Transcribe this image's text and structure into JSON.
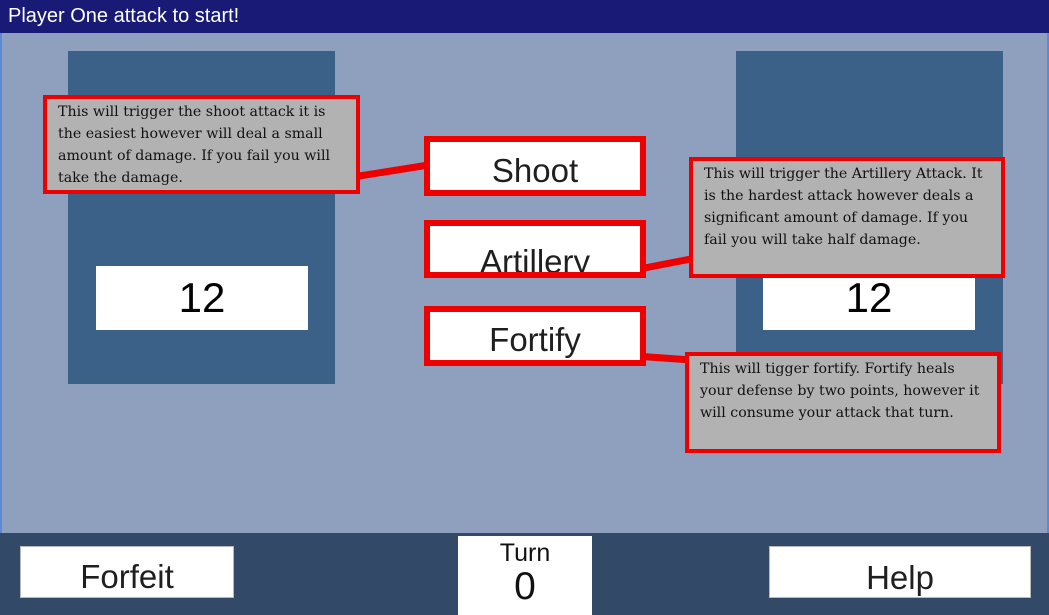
{
  "window": {
    "title": "Player One attack to start!"
  },
  "player_one": {
    "score": "12"
  },
  "player_two": {
    "score": "12"
  },
  "actions": {
    "shoot": "Shoot",
    "artillery": "Artillery",
    "fortify": "Fortify"
  },
  "tooltips": {
    "shoot": "This will trigger the shoot attack it is the easiest however will deal a small amount of damage. If you fail you will take the damage.",
    "artillery": "This will trigger the Artillery Attack. It is the hardest attack however deals a significant amount of damage. If you fail you will take half damage.",
    "fortify": "This will tigger fortify. Fortify heals your defense by two points, however it will consume your attack that turn."
  },
  "bottom": {
    "forfeit": "Forfeit",
    "turn_label": "Turn",
    "turn_value": "0",
    "help": "Help"
  },
  "colors": {
    "title_bar": "#181a75",
    "background": "#8ea0bd",
    "panel": "#3c6189",
    "highlight": "#ee0000",
    "bottom_bar": "#324a68",
    "tooltip": "#b2b2b2"
  }
}
